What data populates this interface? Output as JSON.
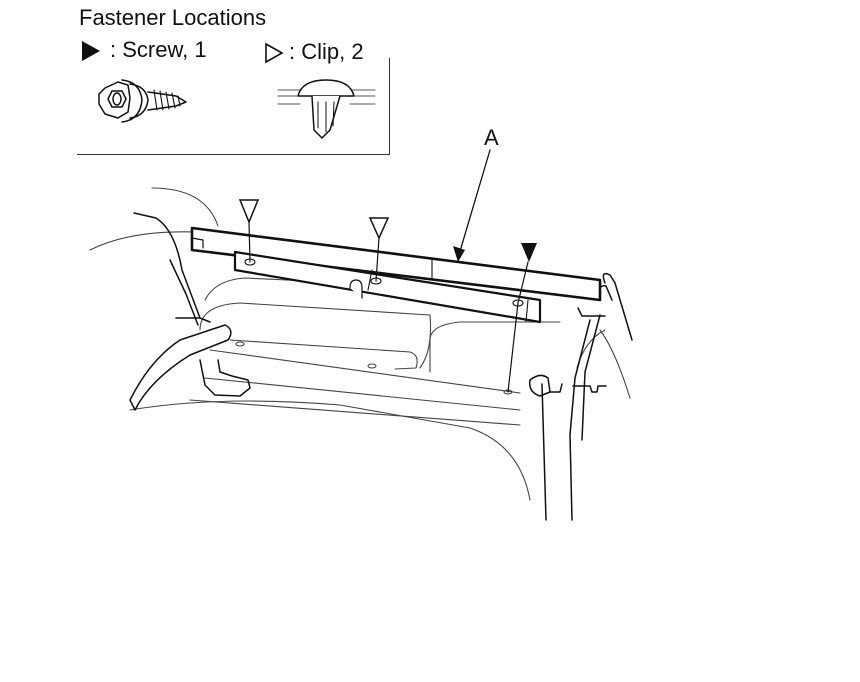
{
  "legend": {
    "title": "Fastener Locations",
    "screw": {
      "label": ": Screw, 1",
      "symbol": "filled-triangle-icon"
    },
    "clip": {
      "label": ": Clip, 2",
      "symbol": "outline-triangle-icon"
    }
  },
  "callouts": {
    "part_a": "A"
  },
  "colors": {
    "line": "#111111",
    "background": "#ffffff",
    "light_line": "#555555"
  }
}
